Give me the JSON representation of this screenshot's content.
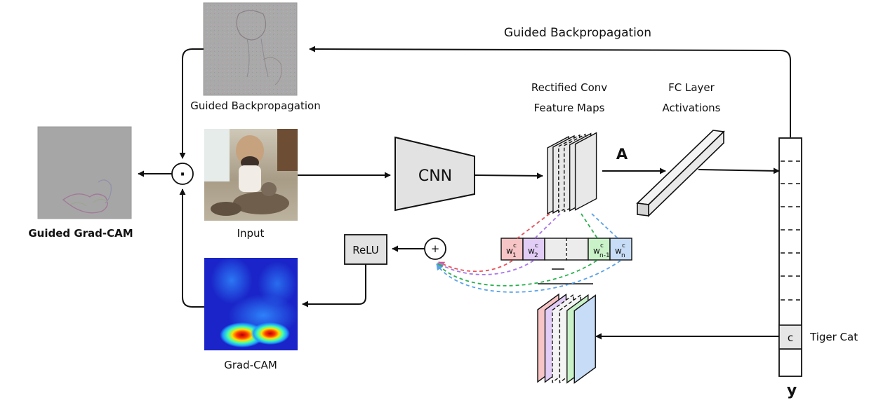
{
  "diagram": {
    "top_arrow_label": "Guided Backpropagation",
    "guided_bp_caption": "Guided Backpropagation",
    "input_caption": "Input",
    "gradcam_caption": "Grad-CAM",
    "guided_gradcam_caption": "Guided Grad-CAM",
    "cnn_label": "CNN",
    "relu_label": "ReLU",
    "sum_symbol": "+",
    "dot_symbol": "·",
    "conv_maps_label_line1": "Rectified Conv",
    "conv_maps_label_line2": "Feature Maps",
    "feature_maps_symbol": "A",
    "fc_label_line1": "FC Layer",
    "fc_label_line2": "Activations",
    "output_symbol": "y",
    "class_cell_label": "c",
    "class_name": "Tiger Cat",
    "weights": [
      {
        "base": "w",
        "sup": "c",
        "sub": "1",
        "color": "#f7c5c5"
      },
      {
        "base": "w",
        "sup": "c",
        "sub": "2",
        "color": "#e1cdf6"
      },
      {
        "base": "w",
        "sup": "c",
        "sub": "n-1",
        "color": "#c9f2c9"
      },
      {
        "base": "w",
        "sup": "c",
        "sub": "n",
        "color": "#c7dcf6"
      }
    ],
    "colors": {
      "arrow": "#111111",
      "red": "#e4545c",
      "purple": "#a875e8",
      "green": "#2bb14f",
      "blue": "#5aa2e8",
      "map_gray": "#e8e8e8",
      "heat_low": "#1a24c8",
      "heat_high": "#c40000"
    }
  }
}
